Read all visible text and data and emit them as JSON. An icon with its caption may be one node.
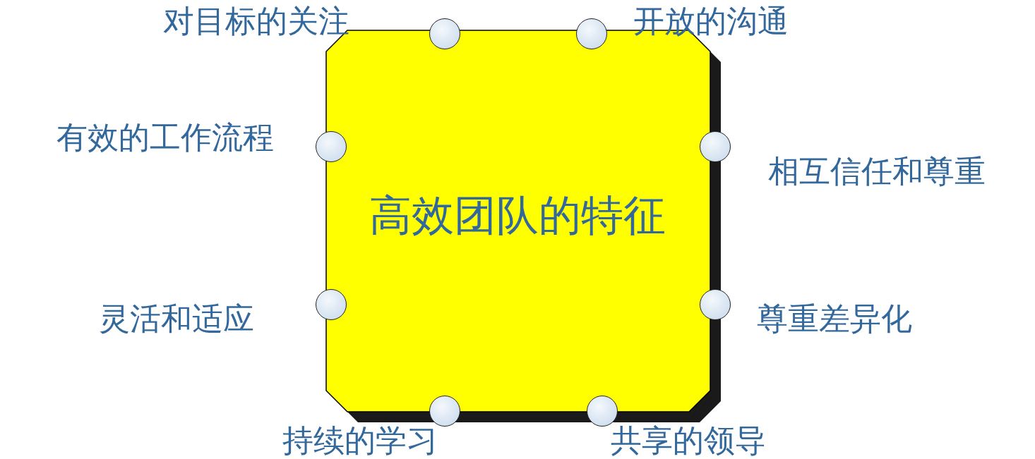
{
  "diagram": {
    "nodes": [
      {
        "text": [
          "高效团队的特征"
        ]
      },
      {
        "text": [],
        "shape": "circle"
      },
      {
        "text": [],
        "shape": "circle"
      },
      {
        "text": [],
        "shape": "circle"
      },
      {
        "text": [],
        "shape": "circle"
      },
      {
        "text": [],
        "shape": "circle"
      },
      {
        "text": [],
        "shape": "circle"
      },
      {
        "text": [],
        "shape": "circle"
      },
      {
        "text": [],
        "shape": "circle"
      }
    ],
    "labels": [
      "对目标的关注",
      "开放的沟通",
      "有效的工作流程",
      "相互信任和尊重",
      "灵活和适应",
      "尊重差异化",
      "持续的学习",
      "共享的领导"
    ]
  }
}
